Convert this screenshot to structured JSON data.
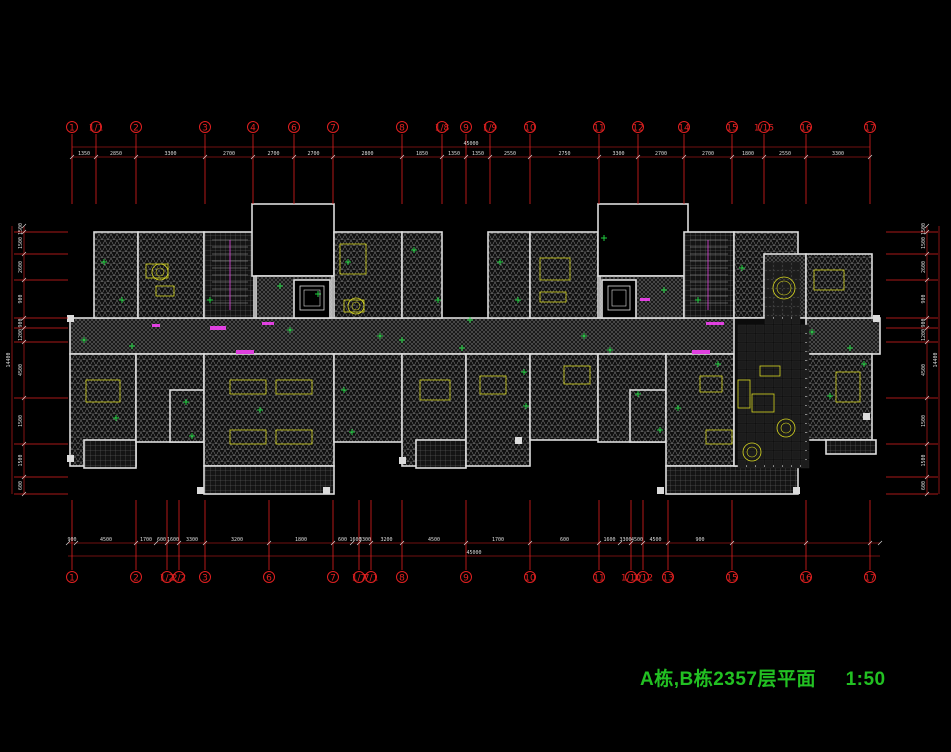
{
  "drawing": {
    "title": "A栋,B栋2357层平面",
    "scale": "1:50"
  },
  "colors": {
    "background": "#000000",
    "axis": "#e02020",
    "wall": "#dcdcdc",
    "hatch": "#7a7a7a",
    "furniture": "#d8d820",
    "fixture": "#20d040",
    "accent": "#e040e0",
    "title": "#22c022"
  },
  "axes": {
    "top": [
      "1",
      "1/1",
      "2",
      "3",
      "4",
      "6",
      "7",
      "8",
      "1/8",
      "9",
      "1/9",
      "10",
      "11",
      "12",
      "14",
      "15",
      "1/15",
      "16",
      "17"
    ],
    "bottom": [
      "1",
      "2",
      "1/2",
      "2/2",
      "3",
      "6",
      "7",
      "1/7",
      "7/1",
      "8",
      "9",
      "10",
      "11",
      "1/10",
      "1/12",
      "13",
      "15",
      "16",
      "17"
    ]
  },
  "dimensions": {
    "top_overall": "45000",
    "top_segments": [
      "1350",
      "2850",
      "3300",
      "2700",
      "2700",
      "2700",
      "2800",
      "1850",
      "1350",
      "1350",
      "2550",
      "2750",
      "3300",
      "2700",
      "2700",
      "1800",
      "2550",
      "3300"
    ],
    "bottom_overall": "45000",
    "bottom_segments": [
      "900",
      "4500",
      "1700",
      "600",
      "1600",
      "3300",
      "3200",
      "1800",
      "600",
      "1600",
      "3300",
      "3200",
      "4500",
      "1700",
      "600",
      "1600",
      "3300",
      "4500",
      "4500",
      "900"
    ],
    "left_segments": [
      "1500",
      "1500",
      "2600",
      "900",
      "900",
      "1200",
      "4500",
      "1500",
      "1500",
      "600"
    ],
    "right_segments": [
      "1500",
      "1500",
      "2600",
      "900",
      "900",
      "1200",
      "4500",
      "1500",
      "1500",
      "600"
    ],
    "left_overall": "14400",
    "right_overall": "14400"
  }
}
